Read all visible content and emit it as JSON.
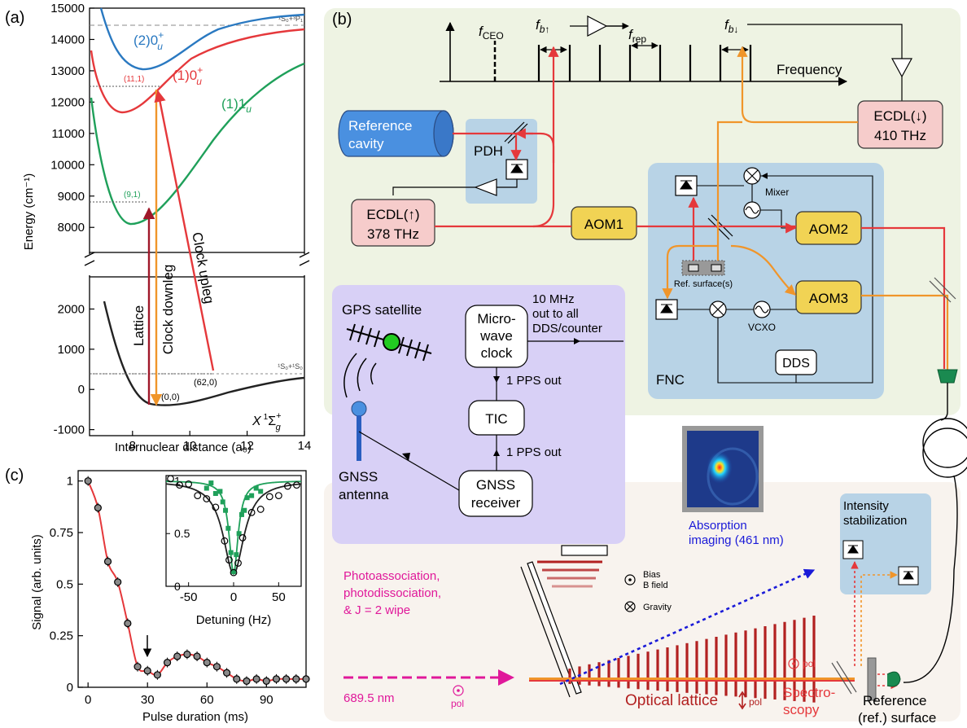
{
  "panel_labels": {
    "a": "(a)",
    "b": "(b)",
    "c": "(c)"
  },
  "chart_data": [
    {
      "type": "line",
      "panel": "a",
      "xlabel": "Internuclear distance (a₀)",
      "ylabel": "Energy (cm⁻¹)",
      "xlim": [
        6.5,
        14
      ],
      "ylim_upper": [
        7200,
        15000
      ],
      "ylim_lower": [
        -1150,
        2800
      ],
      "xticks": [
        "8",
        "10",
        "12",
        "14"
      ],
      "yticks_upper": [
        "8000",
        "9000",
        "10000",
        "11000",
        "12000",
        "13000",
        "14000",
        "15000"
      ],
      "yticks_lower": [
        "-1000",
        "0",
        "1000",
        "2000"
      ],
      "series": [
        {
          "name": "(2)0u+",
          "color": "#2a79c1"
        },
        {
          "name": "(1)0u+",
          "color": "#e5383b"
        },
        {
          "name": "(1)1u",
          "color": "#1fa05a"
        },
        {
          "name": "X 1Σg+",
          "color": "#222222"
        }
      ],
      "annotations": {
        "asym_upper": "¹S₀+³P₁",
        "asym_lower": "¹S₀+¹S₀",
        "level_11_1": "(11,1)",
        "level_9_1": "(9,1)",
        "level_62_0": "(62,0)",
        "level_0_0": "(0,0)",
        "arrow_lattice": "Lattice",
        "arrow_downleg": "Clock downleg",
        "arrow_upleg": "Clock upleg",
        "label_2_0u": "(2)0",
        "label_1_0u": "(1)0",
        "label_1_1u": "(1)1",
        "label_X": "X",
        "sup_plus": "+",
        "sub_u": "u",
        "sub_g": "g",
        "sup_1": "1",
        "sigma": "Σ"
      }
    },
    {
      "type": "scatter",
      "panel": "c",
      "xlabel": "Pulse duration (ms)",
      "ylabel": "Signal (arb. units)",
      "xlim": [
        -5,
        110
      ],
      "ylim": [
        0,
        1.05
      ],
      "xticks": [
        "0",
        "30",
        "60",
        "90"
      ],
      "yticks": [
        "0",
        "0.25",
        "0.5",
        "0.75",
        "1"
      ],
      "x": [
        0,
        5,
        10,
        15,
        20,
        25,
        30,
        35,
        40,
        45,
        50,
        55,
        60,
        65,
        70,
        75,
        80,
        85,
        90,
        95,
        100,
        105,
        110
      ],
      "y": [
        1.0,
        0.87,
        0.61,
        0.51,
        0.31,
        0.1,
        0.08,
        0.06,
        0.12,
        0.15,
        0.16,
        0.15,
        0.12,
        0.1,
        0.07,
        0.04,
        0.03,
        0.04,
        0.03,
        0.04,
        0.04,
        0.04,
        0.04
      ],
      "fit_color": "#e5383b",
      "arrow_at_ms": 30,
      "inset": {
        "xlabel": "Detuning (Hz)",
        "xlim": [
          -75,
          75
        ],
        "ylim": [
          0,
          1.05
        ],
        "xticks": [
          "-50",
          "0",
          "50"
        ],
        "yticks": [
          "0",
          "0.5",
          "1"
        ],
        "series": [
          {
            "name": "open circles",
            "x": [
              -70,
              -60,
              -50,
              -40,
              -30,
              -20,
              -10,
              -5,
              0,
              5,
              10,
              20,
              30,
              40,
              50,
              60,
              70
            ],
            "y": [
              1.02,
              0.96,
              0.97,
              0.86,
              0.83,
              0.75,
              0.43,
              0.25,
              0.13,
              0.22,
              0.46,
              0.7,
              0.73,
              0.85,
              0.86,
              0.95,
              0.96
            ]
          },
          {
            "name": "green squares",
            "x": [
              -30,
              -25,
              -20,
              -15,
              -12,
              -9,
              -6,
              -3,
              0,
              3,
              6,
              9,
              12,
              15,
              20,
              25,
              30
            ],
            "y": [
              0.93,
              0.98,
              0.88,
              0.9,
              0.8,
              0.72,
              0.55,
              0.32,
              0.14,
              0.3,
              0.5,
              0.68,
              0.72,
              0.84,
              0.86,
              0.93,
              0.9
            ],
            "color": "#1fa05a"
          }
        ]
      }
    }
  ],
  "diagram": {
    "frequency_axis": "Frequency",
    "f_ceo": "f",
    "f_ceo_sub": "CEO",
    "f_b_up": "f",
    "f_b_up_sub": "b↑",
    "f_rep": "f",
    "f_rep_sub": "rep",
    "f_b_down": "f",
    "f_b_down_sub": "b↓",
    "reference_cavity": [
      "Reference",
      "cavity"
    ],
    "pdh": "PDH",
    "ecdl_up": [
      "ECDL(↑)",
      "378 THz"
    ],
    "ecdl_down": [
      "ECDL(↓)",
      "410 THz"
    ],
    "aom1": "AOM1",
    "aom2": "AOM2",
    "aom3": "AOM3",
    "mixer": "Mixer",
    "vcxo": "VCXO",
    "dds": "DDS",
    "fnc": "FNC",
    "ref_surfaces": "Ref. surface(s)",
    "gps_satellite": "GPS satellite",
    "microwave_clock": [
      "Micro-",
      "wave",
      "clock"
    ],
    "ten_mhz": [
      "10 MHz",
      "out to all",
      "DDS/counter"
    ],
    "pps_out_1": "1 PPS out",
    "pps_out_2": "1 PPS out",
    "tic": "TIC",
    "gnss_antenna": [
      "GNSS",
      "antenna"
    ],
    "gnss_receiver": [
      "GNSS",
      "receiver"
    ],
    "intensity_stabilization": [
      "Intensity",
      "stabilization"
    ],
    "absorption_imaging": [
      "Absorption",
      "imaging (461 nm)"
    ],
    "photoassociation": [
      "Photoassociation,",
      "photodissociation,",
      "& J = 2 wipe"
    ],
    "wavelength_689": "689.5 nm",
    "pol": "pol",
    "bias_b_field": [
      "Bias",
      "B field"
    ],
    "gravity": "Gravity",
    "optical_lattice": "Optical lattice",
    "spectroscopy": [
      "Spectro-",
      "scopy"
    ],
    "reference_surface": [
      "Reference",
      "(ref.) surface"
    ]
  },
  "colors": {
    "green_panel": "#eef3e3",
    "beige_panel": "#f8f3ee",
    "blue_box": "#b8d3e6",
    "purple_box": "#d8d0f6",
    "red": "#e5383b",
    "orange": "#f0952a",
    "aom": "#f1d354",
    "ecdl": "#f6cccb",
    "cavity": "#4a90e0",
    "magenta": "#e0189a",
    "lattice": "#b22020",
    "probe": "#1a1ad8"
  }
}
